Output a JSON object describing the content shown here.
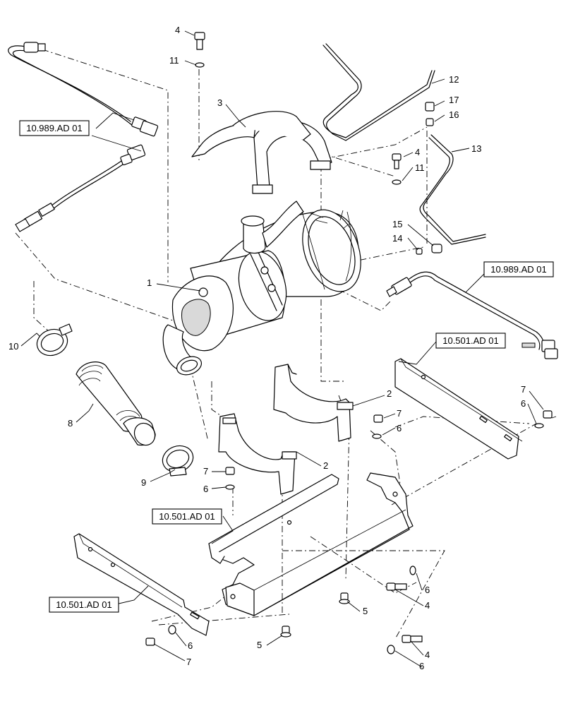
{
  "callouts": {
    "c1": "1",
    "c2a": "2",
    "c2b": "2",
    "c3": "3",
    "c4a": "4",
    "c4b": "4",
    "c4c": "4",
    "c4d": "4",
    "c5a": "5",
    "c5b": "5",
    "c6a": "6",
    "c6b": "6",
    "c6c": "6",
    "c6d": "6",
    "c6e": "6",
    "c6f": "6",
    "c7a": "7",
    "c7b": "7",
    "c7c": "7",
    "c7d": "7",
    "c8": "8",
    "c9": "9",
    "c10": "10",
    "c11a": "11",
    "c11b": "11",
    "c12": "12",
    "c13": "13",
    "c14": "14",
    "c15": "15",
    "c16": "16",
    "c17": "17"
  },
  "references": {
    "ref_sensor_left": "10.989.AD 01",
    "ref_sensor_right": "10.989.AD 01",
    "ref_bracket_right": "10.501.AD 01",
    "ref_frame_center": "10.501.AD 01",
    "ref_bracket_left": "10.501.AD 01"
  }
}
